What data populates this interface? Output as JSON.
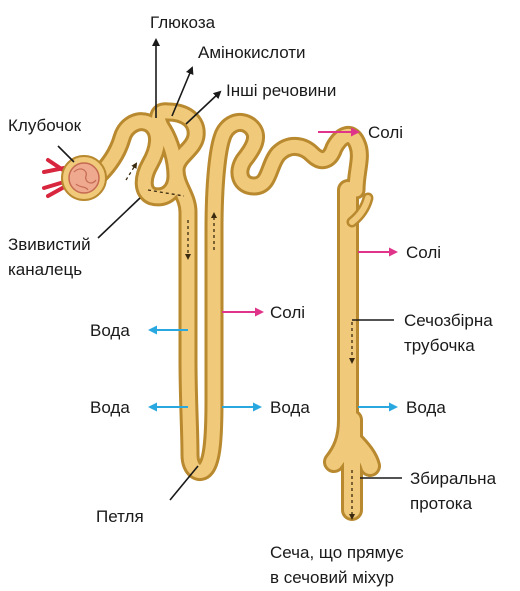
{
  "labels": {
    "glucose": "Глюкоза",
    "amino_acids": "Амінокислоти",
    "other_substances": "Інші речовини",
    "glomerulus": "Клубочок",
    "convoluted_tubule_line1": "Звивистий",
    "convoluted_tubule_line2": "каналець",
    "salts_top": "Солі",
    "salts_middle": "Солі",
    "salts_loop": "Солі",
    "water_left_upper": "Вода",
    "water_left_lower": "Вода",
    "water_loop_right": "Вода",
    "water_collecting": "Вода",
    "collecting_tube_line1": "Сечозбірна",
    "collecting_tube_line2": "трубочка",
    "collecting_duct_line1": "Збиральна",
    "collecting_duct_line2": "протока",
    "loop": "Петля",
    "urine_line1": "Сеча, що прямує",
    "urine_line2": "в сечовий міхур"
  },
  "colors": {
    "tubule_fill": "#f1c97a",
    "tubule_outline": "#b8892f",
    "glomerulus_fill": "#eea98e",
    "vessel_red": "#d7263d",
    "salt_arrow": "#e0338a",
    "water_arrow": "#29a8e0",
    "pointer": "#1a1a1a"
  }
}
